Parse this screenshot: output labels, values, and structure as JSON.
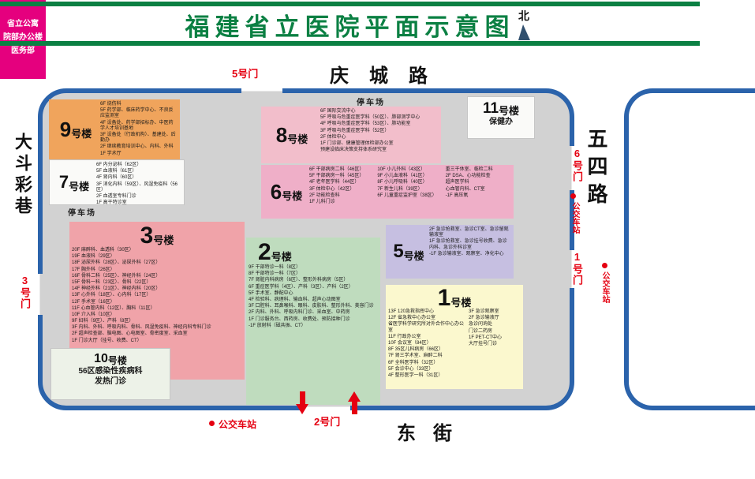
{
  "title": "福建省立医院平面示意图",
  "north_label": "北",
  "roads": {
    "top": "庆城路",
    "right": "五四路",
    "left": "大斗彩巷",
    "bottom": "东街"
  },
  "gates": {
    "g5": "5号门",
    "g6": "6号门",
    "g1": "1号门",
    "g3": "3号门",
    "g2": "2号门"
  },
  "bus_stop": {
    "right_inner": "公交车站",
    "right_outer": "公交车站",
    "bottom": "公交车站"
  },
  "parking": {
    "left": "停车场",
    "top": "停车场"
  },
  "colors": {
    "header_green": "#0B8043",
    "road_blue": "#2B63AB",
    "campus_gray": "#D2D2D2",
    "accent_red": "#E50011",
    "building9": "#F0A45C",
    "building3": "#F0A3A9",
    "building8": "#F2BECB",
    "building6": "#EFAFC8",
    "building2": "#BFDCBE",
    "building5": "#C6BFE1",
    "building1": "#FBF8CE",
    "apartment_magenta": "#E5007E"
  },
  "buildings": {
    "b9": {
      "num": "9",
      "suffix": "号楼",
      "lines": [
        "6F 烧伤科",
        "5F 药学部、临床药学中心、不良反应监测室",
        "4F 设备处、药学部招标办、中医药学人才培训基地",
        "3F 设备处（行政机构）、基建处、后勤办",
        "2F 继续教育培训中心、内科、外科",
        "1F 学术厅"
      ]
    },
    "b7": {
      "num": "7",
      "suffix": "号楼",
      "lines": [
        "6F 内分泌科（62区）",
        "5F 血液科（61区）",
        "4F 肾内科（60区）",
        "3F 消化内科（59区）、风湿免疫科（56区）",
        "2F 血透室专科门诊",
        "1F 高干特诊室"
      ]
    },
    "b3": {
      "num": "3",
      "suffix": "号楼",
      "lines": [
        "20F 麻醉科、血透科（30区）",
        "19F 血液科（29区）",
        "18F 泌尿外科（28区）、泌尿外科（27区）",
        "17F 胸外科（26区）",
        "16F 骨科二科（25区）、神经外科（24区）",
        "15F 骨科一科（23区）、骨科（22区）",
        "14F 神经外科（21区）、神经内科（20区）",
        "13F 心外科（18区）、心内科（17区）",
        "12F 手术室（16区）",
        "11F 心血管内科（12区）、胸科（11区）",
        "10F 介入科（10区）",
        "9F 妇科（9区）、产科（8区）",
        "3F 内科、外科、呼吸内科、骨科、风湿免疫科、神经内科专科门诊",
        "2F 超声检查部、脑电图、心电图室、骨密度室、采血室",
        "1F 门诊大厅（挂号、收费、CT）"
      ]
    },
    "b10": {
      "num": "10",
      "suffix": "号楼",
      "lines": [
        "56区感染性疾病科",
        "发热门诊"
      ]
    },
    "b8": {
      "num": "8",
      "suffix": "号楼",
      "lines": [
        "6F 国际交流中心",
        "5F 呼吸与危重症医学科（50区）、肺部测学中心",
        "4F 呼吸与危重症医学科（53区）、肺功能室",
        "3F 呼吸与危重症医学科（52区）",
        "2F 体检中心",
        "1F 门诊部、健康管理体检部办公室",
        "预建设临床决策支持体系研究室"
      ]
    },
    "b11": {
      "num": "11",
      "suffix": "号楼",
      "lines": [
        "保健办"
      ]
    },
    "b6": {
      "num": "6",
      "suffix": "号楼",
      "cols": [
        [
          "6F 干部病房二科（46区）",
          "5F 干部病房一科（45区）",
          "4F 老年医学科（44区）",
          "3F 体检中心（42区）",
          "2F 功能检查科",
          "1F 儿科门诊"
        ],
        [
          "10F 小儿外科（43区）",
          "9F 小儿血液科（41区）",
          "8F 小儿呼吸科（40区）",
          "7F 新生儿科（39区）",
          "6F 儿童重症监护室（38区）"
        ],
        [
          "重三干休室、临检二科",
          "2F DSA、心功能检查",
          "超声医学科",
          "心血管内科、CT室",
          "-1F 高压氧"
        ]
      ]
    },
    "b2": {
      "num": "2",
      "suffix": "号楼",
      "lines": [
        "9F 干部特诊一科（8区）",
        "8F 干部特诊一科（7区）",
        "7F 肾脏内科病房（6区）、整形外科病房（5区）",
        "6F 重症医学科（4区）、产科（3区）、产科（2区）",
        "5F 手术室、静配中心",
        "4F 检验科、病理科、输血科、超声心动图室",
        "3F 口腔科、耳鼻喉科、眼科、皮肤科、整形外科、美容门诊",
        "2F 内科、外科、呼吸内科门诊、采血室、中药房",
        "1F 门诊服务台、西药房、收费处、预防接种门诊",
        "-1F 放射科（磁共振、CT）"
      ]
    },
    "b5": {
      "num": "5",
      "suffix": "号楼",
      "lines": [
        "2F 急诊抢救室、急诊CT室、急诊留观输液室",
        "1F 急诊抢救室、急诊挂号收费、急诊内科、急诊外科诊室",
        "-1F 急诊输液室、观察室、净化中心"
      ]
    },
    "b1": {
      "num": "1",
      "suffix": "号楼",
      "cols": [
        [
          "13F 120急救指挥中心",
          "12F 省急救中心办公室",
          "省医学科学研究所对外合作中心办公室",
          "11F 行政办公室",
          "10F 会议室（84区）",
          "8F 35区儿科病房（66区）",
          "7F 肾三学术室、麻醉二科",
          "6F 全科医学科（32区）",
          "5F 会诊中心（33区）",
          "4F 整形医学一科（31区）"
        ],
        [
          "3F 急诊观察室",
          "2F 急诊输液厅",
          "急诊问询处",
          "门诊二药房",
          "1F PET-CT中心",
          "大厅挂号门诊"
        ]
      ]
    },
    "apartment": {
      "lines": [
        "省立公寓",
        "院部办公楼",
        "医务部"
      ]
    }
  }
}
